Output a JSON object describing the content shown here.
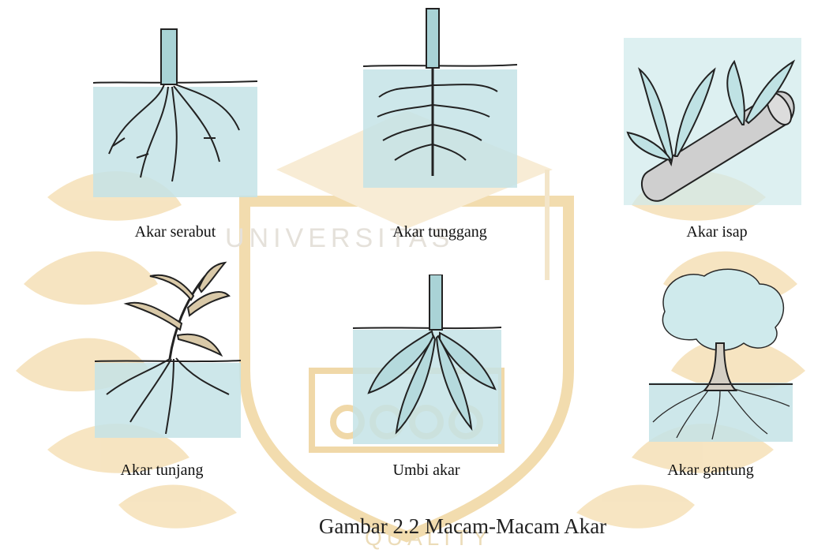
{
  "figure": {
    "caption": "Gambar 2.2 Macam-Macam Akar",
    "items": [
      {
        "label": "Akar serabut",
        "icon": "fibrous-root-icon"
      },
      {
        "label": "Akar tunggang",
        "icon": "taproot-icon"
      },
      {
        "label": "Akar isap",
        "icon": "sucker-root-icon"
      },
      {
        "label": "Akar tunjang",
        "icon": "stilt-root-icon"
      },
      {
        "label": "Umbi akar",
        "icon": "tuber-root-icon"
      },
      {
        "label": "Akar gantung",
        "icon": "hanging-root-icon"
      }
    ]
  },
  "watermark": {
    "text_top": "UNIVERSITAS",
    "text_bottom": "QUALITY",
    "colors": {
      "gold": "#f4d9a4",
      "gray": "#e2ddd5"
    }
  },
  "colors": {
    "soil": "#bfe0e3",
    "ink": "#2a2a2a",
    "stem": "#a9d3d6"
  }
}
